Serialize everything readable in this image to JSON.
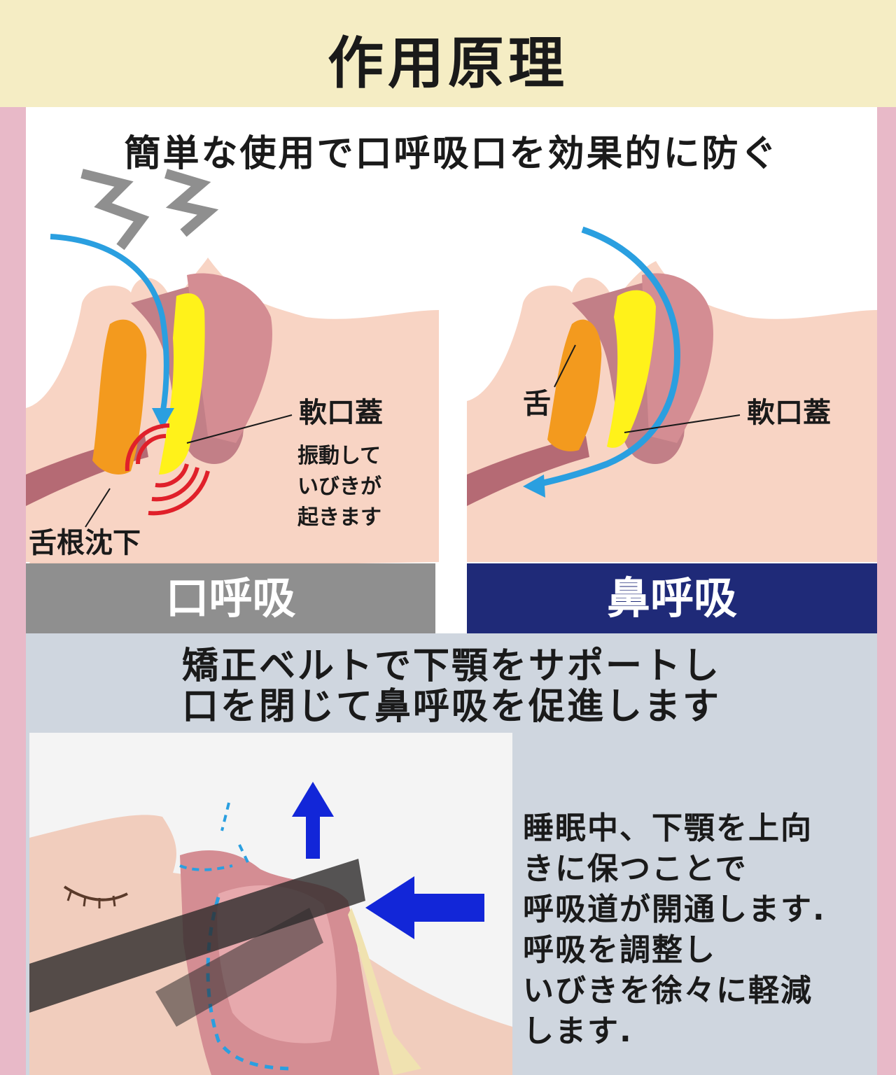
{
  "header": {
    "title": "作用原理"
  },
  "top": {
    "subtitle": "簡単な使用で口呼吸口を効果的に防ぐ",
    "left_panel": {
      "label_soft_palate": "軟口蓋",
      "vibration_note": [
        "振動して",
        "いびきが",
        "起きます"
      ],
      "label_tongue_drop": "舌根沈下",
      "bar_label": "口呼吸",
      "bar_color": "#8f8f8f"
    },
    "right_panel": {
      "label_tongue": "舌",
      "label_soft_palate": "軟口蓋",
      "bar_label": "鼻呼吸",
      "bar_color": "#1f2a78"
    }
  },
  "bottom": {
    "lead_lines": [
      "矯正ベルトで下顎をサポートし",
      "口を閉じて鼻呼吸を促進します"
    ],
    "description_lines": [
      "睡眠中、下顎を上向",
      "きに保つことで",
      "呼吸道が開通します.",
      "呼吸を調整し",
      "いびきを徐々に軽減",
      "します."
    ]
  },
  "colors": {
    "header_bg": "#f5edc4",
    "side_bg": "#e8b9c8",
    "airflow": "#2a9fe0",
    "tongue": "#f39a1e",
    "soft_palate": "#fff21a",
    "vibration": "#e0202a",
    "arrow": "#1226d8"
  }
}
